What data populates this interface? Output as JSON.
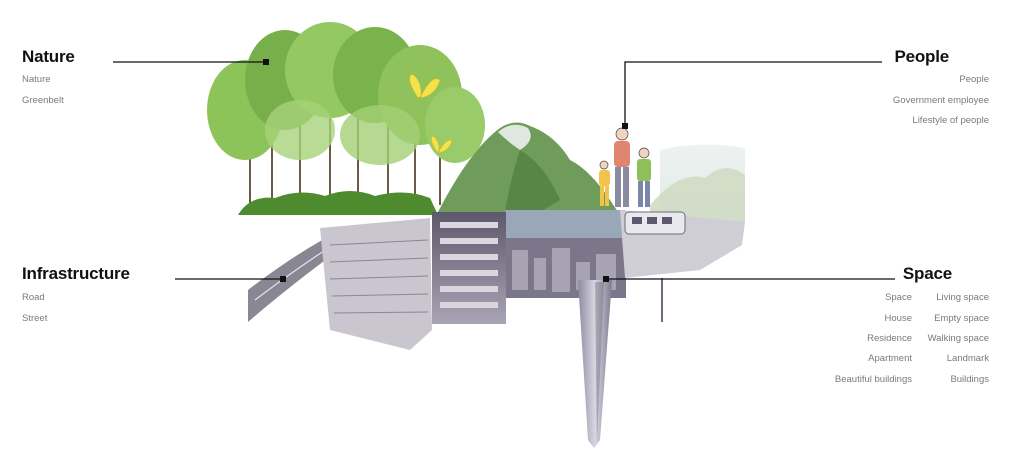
{
  "nature": {
    "title": "Nature",
    "items": [
      "Nature",
      "Greenbelt"
    ]
  },
  "infrastructure": {
    "title": "Infrastructure",
    "items": [
      "Road",
      "Street"
    ]
  },
  "people": {
    "title": "People",
    "items": [
      "People",
      "Government employee",
      "Lifestyle of people"
    ]
  },
  "space": {
    "title": "Space",
    "col1": [
      "Space",
      "House",
      "Residence",
      "Apartment",
      "Beautiful buildings"
    ],
    "col2": [
      "Living space",
      "Empty space",
      "Walking space",
      "Landmark",
      "Buildings"
    ]
  },
  "colors": {
    "foliage": "#7fb84a",
    "foliage_dark": "#4e8a2e",
    "mountain": "#6f9c5a",
    "water": "#9aa7b8",
    "building": "#c9c6cf",
    "building_dark": "#6e6a7a",
    "butterfly": "#f3e24a",
    "line": "#111111"
  }
}
